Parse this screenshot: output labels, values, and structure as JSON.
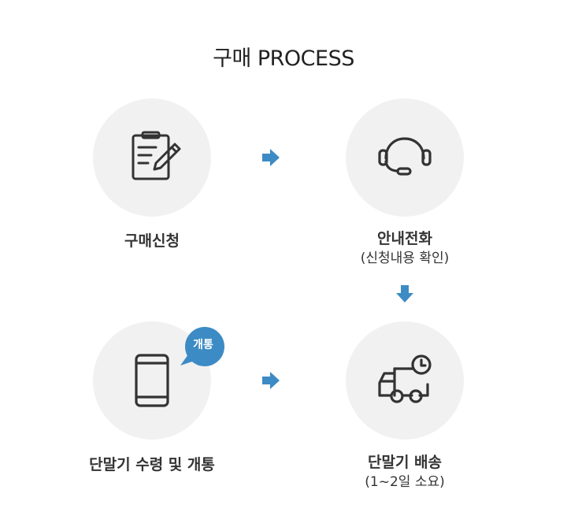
{
  "title": "구매 PROCESS",
  "steps": [
    {
      "label": "구매신청",
      "sub": "",
      "icon": "clipboard-pen-icon"
    },
    {
      "label": "안내전화",
      "sub": "(신청내용 확인)",
      "icon": "headset-icon"
    },
    {
      "label": "단말기 배송",
      "sub": "(1~2일 소요)",
      "icon": "delivery-truck-clock-icon"
    },
    {
      "label": "단말기 수령 및 개통",
      "sub": "",
      "icon": "smartphone-icon"
    }
  ],
  "badge": "개통",
  "colors": {
    "arrow": "#3d8bc4",
    "badge": "#3d8bc4",
    "circle": "#f1f1f1",
    "icon": "#333333"
  }
}
